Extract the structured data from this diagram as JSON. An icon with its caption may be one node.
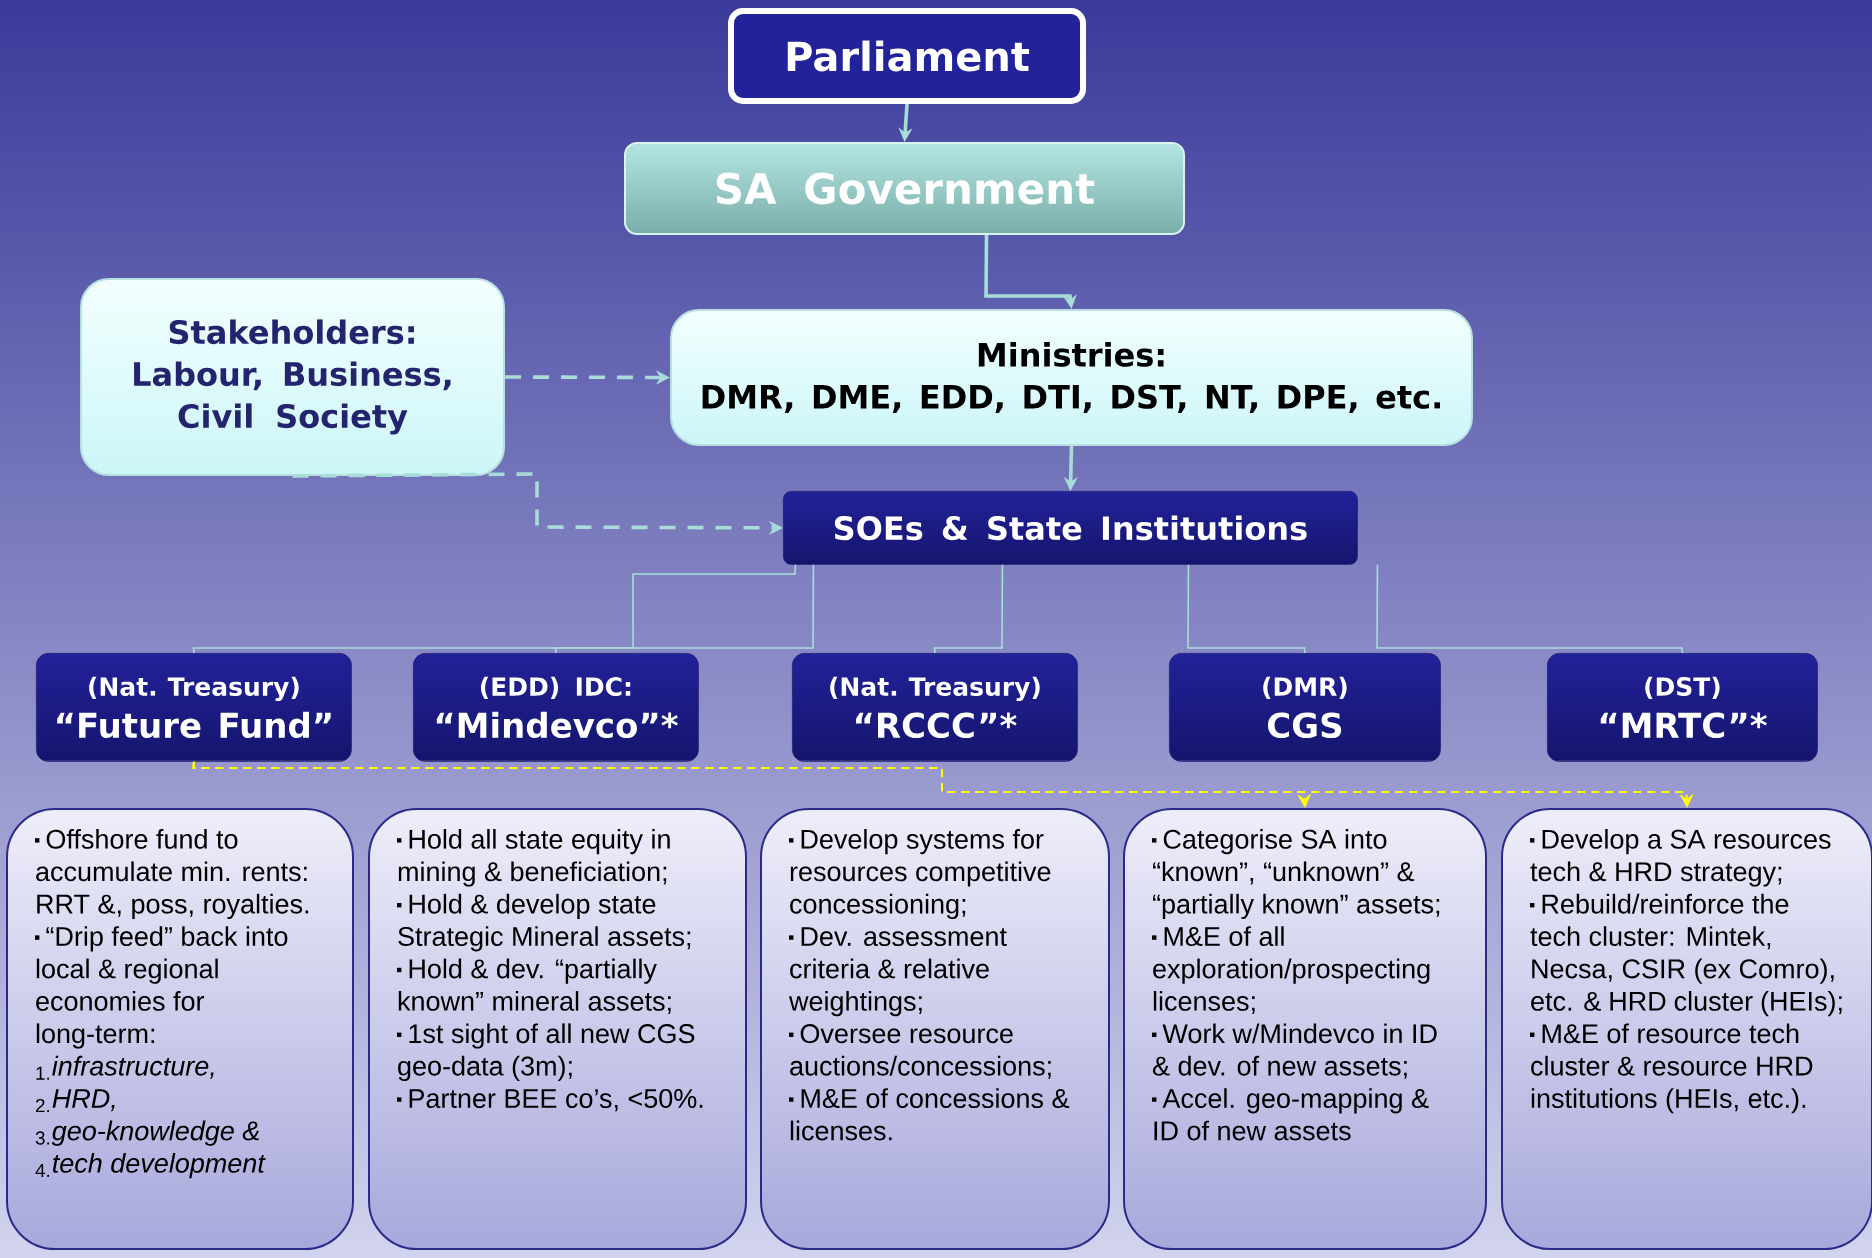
{
  "diagram": {
    "nodes": [
      {
        "text": [
          "Parliament"
        ]
      },
      {
        "text": [
          "SA Government"
        ]
      },
      {
        "text": [
          "Stakeholders: Labour, Business, Civil Society"
        ]
      },
      {
        "text": [
          "Ministries:",
          "DMR, DME, EDD, DTI, DST, NT, DPE, etc."
        ]
      },
      {
        "text": [
          "SOEs & State Institutions"
        ]
      },
      {
        "text": [
          "(Nat. Treasury)",
          "“Future Fund”"
        ]
      },
      {
        "text": [
          "(EDD) IDC:",
          "“Mindevco”*"
        ]
      },
      {
        "text": [
          "(Nat. Treasury)",
          "“RCCC”*"
        ]
      },
      {
        "text": [
          "(DMR)",
          "CGS"
        ]
      },
      {
        "text": [
          "(DST)",
          "“MRTC”*"
        ]
      },
      {
        "text": [
          "Offshore fund to accumulate min. rents: RRT &, poss, royalties.",
          "“Drip feed” back into local & regional economies for long-term:",
          "$_{1.}$*infrastructure,*",
          "$_{2.}$*HRD,*",
          "$_{3.}$*geo-knowledge &*",
          "$_{4.}$*tech development*"
        ]
      },
      {
        "text": [
          "Hold all state equity in mining & beneficiation;",
          "Hold & develop state Strategic Mineral assets;",
          "Hold & dev. “partially known” mineral assets;",
          "1st sight of all new CGS geo-data (3m);",
          "Partner BEE co’s, <50%."
        ]
      },
      {
        "text": [
          "Develop systems for resources competitive concessioning;",
          "Dev. assessment criteria & relative weightings;",
          "Oversee resource auctions/concessions;",
          "M&E of concessions & licenses."
        ]
      },
      {
        "text": [
          "Categorise SA into “known”, “unknown” & “partially known” assets;",
          "M&E of all exploration/prospecting licenses;",
          "Work w/Mindevco in ID & dev. of new assets;",
          "Accel. geo-mapping & ID of new assets"
        ]
      },
      {
        "text": [
          "Develop a SA resources tech & HRD strategy;",
          "Rebuild/reinforce the tech cluster: Mintek, Necsa, CSIR (ex Comro), etc. & HRD cluster (HEIs);",
          "M&E of resource tech cluster & resource HRD institutions (HEIs, etc.)."
        ]
      }
    ],
    "edges": [
      {
        "from": 0,
        "to": 1,
        "arrow": "to"
      },
      {
        "from": 1,
        "to": 3,
        "arrow": "to"
      },
      {
        "from": 2,
        "to": 3,
        "arrow": "to",
        "style": "dashed"
      },
      {
        "from": 2,
        "to": 4,
        "arrow": "to",
        "style": "dashed"
      },
      {
        "from": 3,
        "to": 4,
        "arrow": "to"
      },
      {
        "from": 4,
        "to": 5,
        "arrow": "none"
      },
      {
        "from": 4,
        "to": 6,
        "arrow": "none"
      },
      {
        "from": 4,
        "to": 7,
        "arrow": "none"
      },
      {
        "from": 4,
        "to": 8,
        "arrow": "none"
      },
      {
        "from": 4,
        "to": 9,
        "arrow": "none"
      },
      {
        "from": 5,
        "to": 13,
        "arrow": "to",
        "style": "dashed",
        "color": "#ffff00"
      },
      {
        "from": 5,
        "to": 14,
        "arrow": "to",
        "style": "dashed",
        "color": "#ffff00"
      }
    ]
  }
}
